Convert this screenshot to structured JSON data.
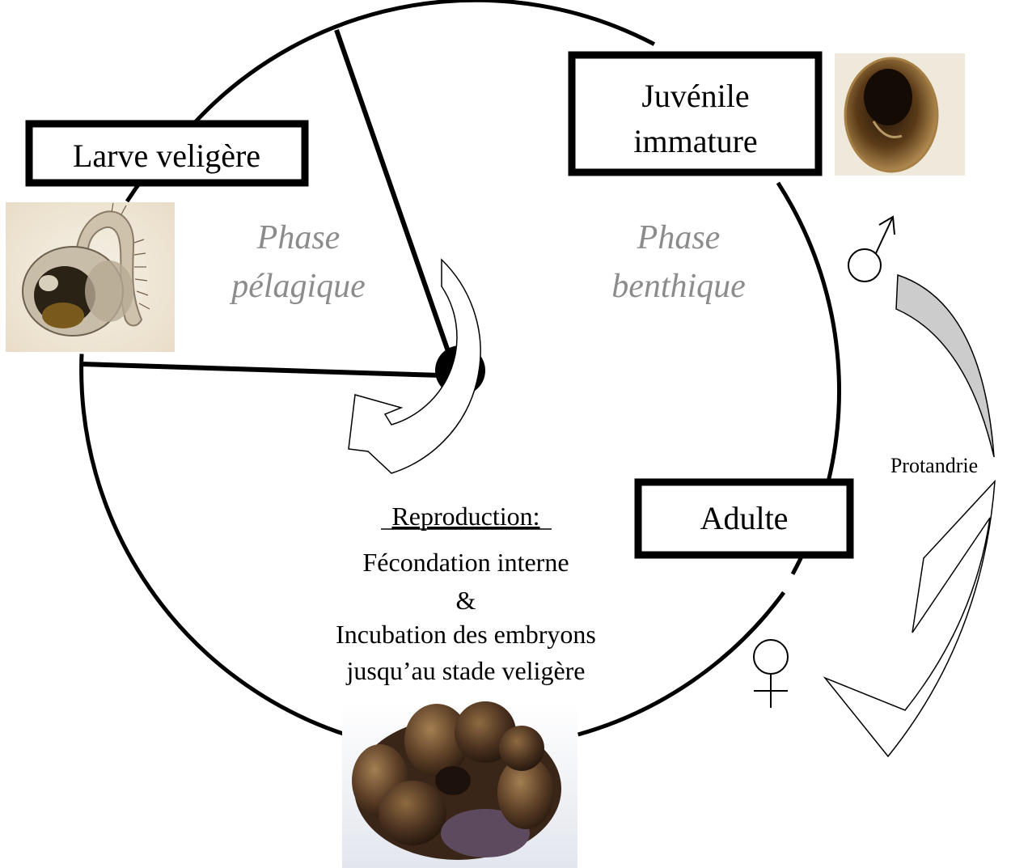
{
  "stages": {
    "larva": "Larve veligère",
    "juvenile_line1": "Juvénile",
    "juvenile_line2": "immature",
    "adult": "Adulte"
  },
  "phases": {
    "pelagic_line1": "Phase",
    "pelagic_line2": "pélagique",
    "benthic_line1": "Phase",
    "benthic_line2": "benthique"
  },
  "reproduction": {
    "heading": "Reproduction:",
    "line1": "Fécondation interne",
    "line2": "&",
    "line3": "Incubation des embryons",
    "line4": "jusqu’au stade veligère"
  },
  "sex_change": {
    "label": "Protandrie",
    "male_symbol": "male-symbol-icon",
    "female_symbol": "female-symbol-icon"
  },
  "photos": {
    "larva": "veliger-larva-photo",
    "juvenile": "juvenile-shell-photo",
    "adult": "adult-stack-photo"
  },
  "colors": {
    "line": "#000000",
    "phase_text": "#8c8c8c",
    "protandry_arrow": "#cccccc"
  }
}
